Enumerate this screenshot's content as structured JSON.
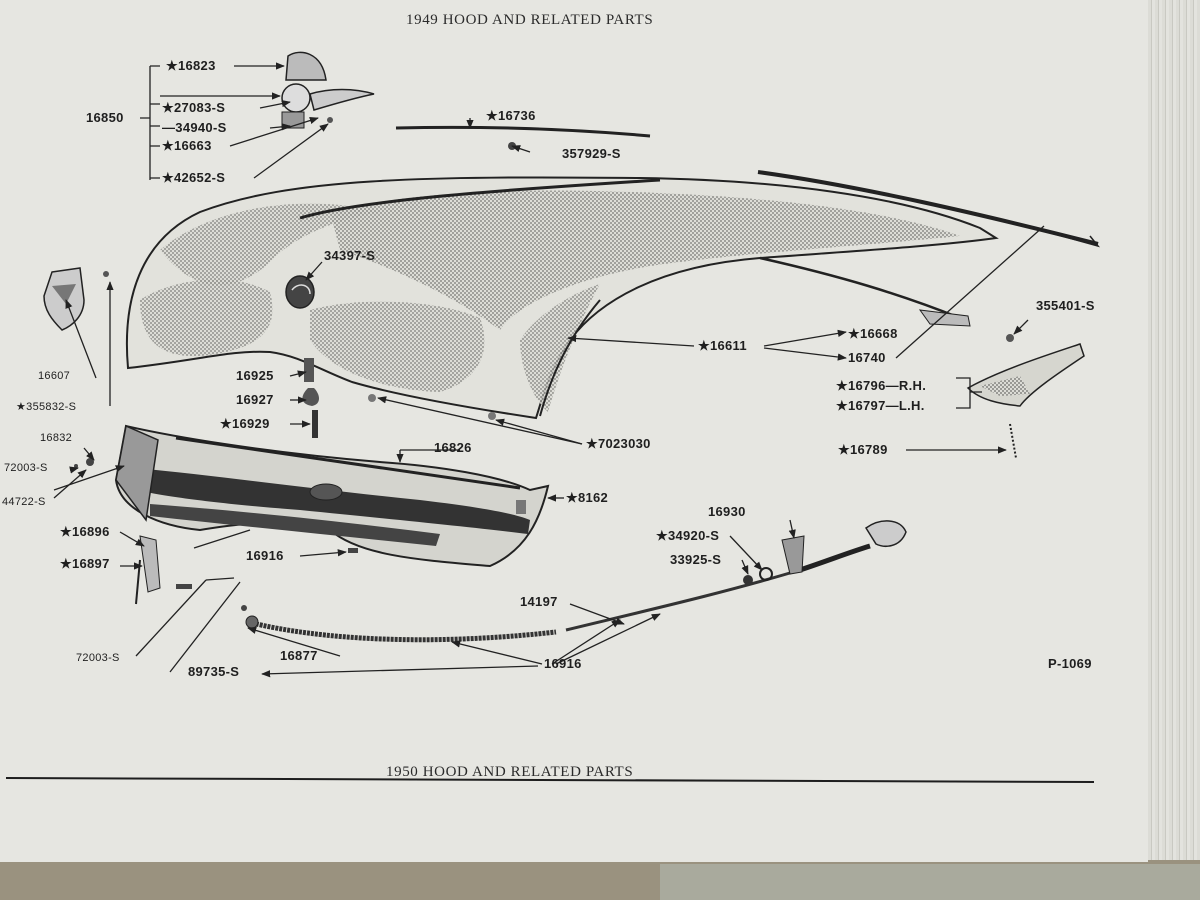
{
  "page": {
    "title_top": "1949 HOOD AND RELATED PARTS",
    "title_bottom": "1950 HOOD AND RELATED PARTS",
    "figure_id": "P-1069"
  },
  "labels": {
    "p16823": "★16823",
    "p16850": "16850",
    "p27083s": "★27083-S",
    "p34940s": "—34940-S",
    "p16663": "★16663",
    "p42652s": "★42652-S",
    "p16736": "★16736",
    "p357929s": "357929-S",
    "p34397s": "34397-S",
    "p16607": "16607",
    "p355832s": "★355832-S",
    "p16925": "16925",
    "p16927": "16927",
    "p16929": "★16929",
    "p16611": "★16611",
    "p16668": "★16668",
    "p16740": "16740",
    "p355401s": "355401-S",
    "p16796": "★16796—R.H.",
    "p16797": "★16797—L.H.",
    "p7023030": "★7023030",
    "p16789": "★16789",
    "p16832": "16832",
    "p72003s_a": "72003-S",
    "p44722s": "44722-S",
    "p16826": "16826",
    "p8162": "★8162",
    "p16896": "★16896",
    "p16897": "★16897",
    "p16916_a": "16916",
    "p16930": "16930",
    "p34920s": "★34920-S",
    "p33925s": "33925-S",
    "p14197": "14197",
    "p72003s_b": "72003-S",
    "p16877": "16877",
    "p16916_b": "16916",
    "p89735s": "89735-S"
  }
}
